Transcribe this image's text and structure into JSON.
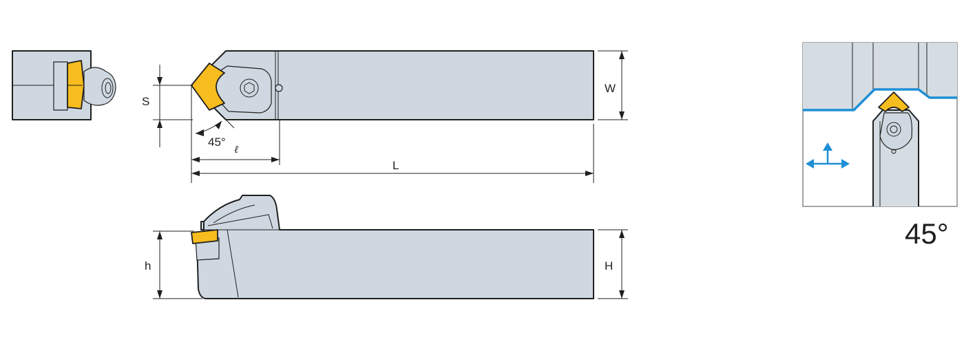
{
  "labels": {
    "s": "S",
    "w": "W",
    "angle": "45°",
    "l_small": "ℓ",
    "l_large": "L",
    "h_small": "h",
    "h_large": "H"
  },
  "application_angle": "45°",
  "colors": {
    "body": "#cfd8e0",
    "insert": "#f7bc1e",
    "outline": "#1f1f1f",
    "workpiece_edge": "#1e8fd6"
  }
}
